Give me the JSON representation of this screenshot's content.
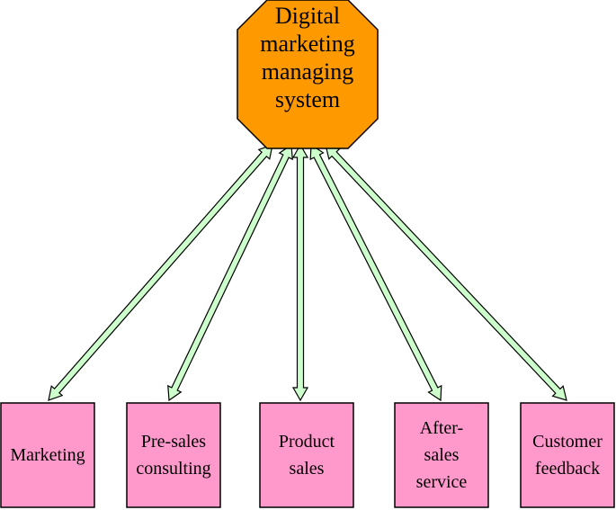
{
  "colors": {
    "hub_fill": "#ff9900",
    "box_fill": "#ff99cc",
    "arrow_fill": "#ccffcc",
    "outline": "#000000"
  },
  "hub": {
    "label": "Digital\nmarketing\nmanaging\nsystem"
  },
  "boxes": [
    {
      "label": "Marketing"
    },
    {
      "label": "Pre-sales\nconsulting"
    },
    {
      "label": "Product\nsales"
    },
    {
      "label": "After-\nsales\nservice"
    },
    {
      "label": "Customer\nfeedback"
    }
  ],
  "connections": [
    {
      "from": "hub",
      "to": "Marketing",
      "direction": "both"
    },
    {
      "from": "hub",
      "to": "Pre-sales\nconsulting",
      "direction": "both"
    },
    {
      "from": "hub",
      "to": "Product\nsales",
      "direction": "both"
    },
    {
      "from": "hub",
      "to": "After-\nsales\nservice",
      "direction": "both"
    },
    {
      "from": "hub",
      "to": "Customer\nfeedback",
      "direction": "both"
    }
  ]
}
